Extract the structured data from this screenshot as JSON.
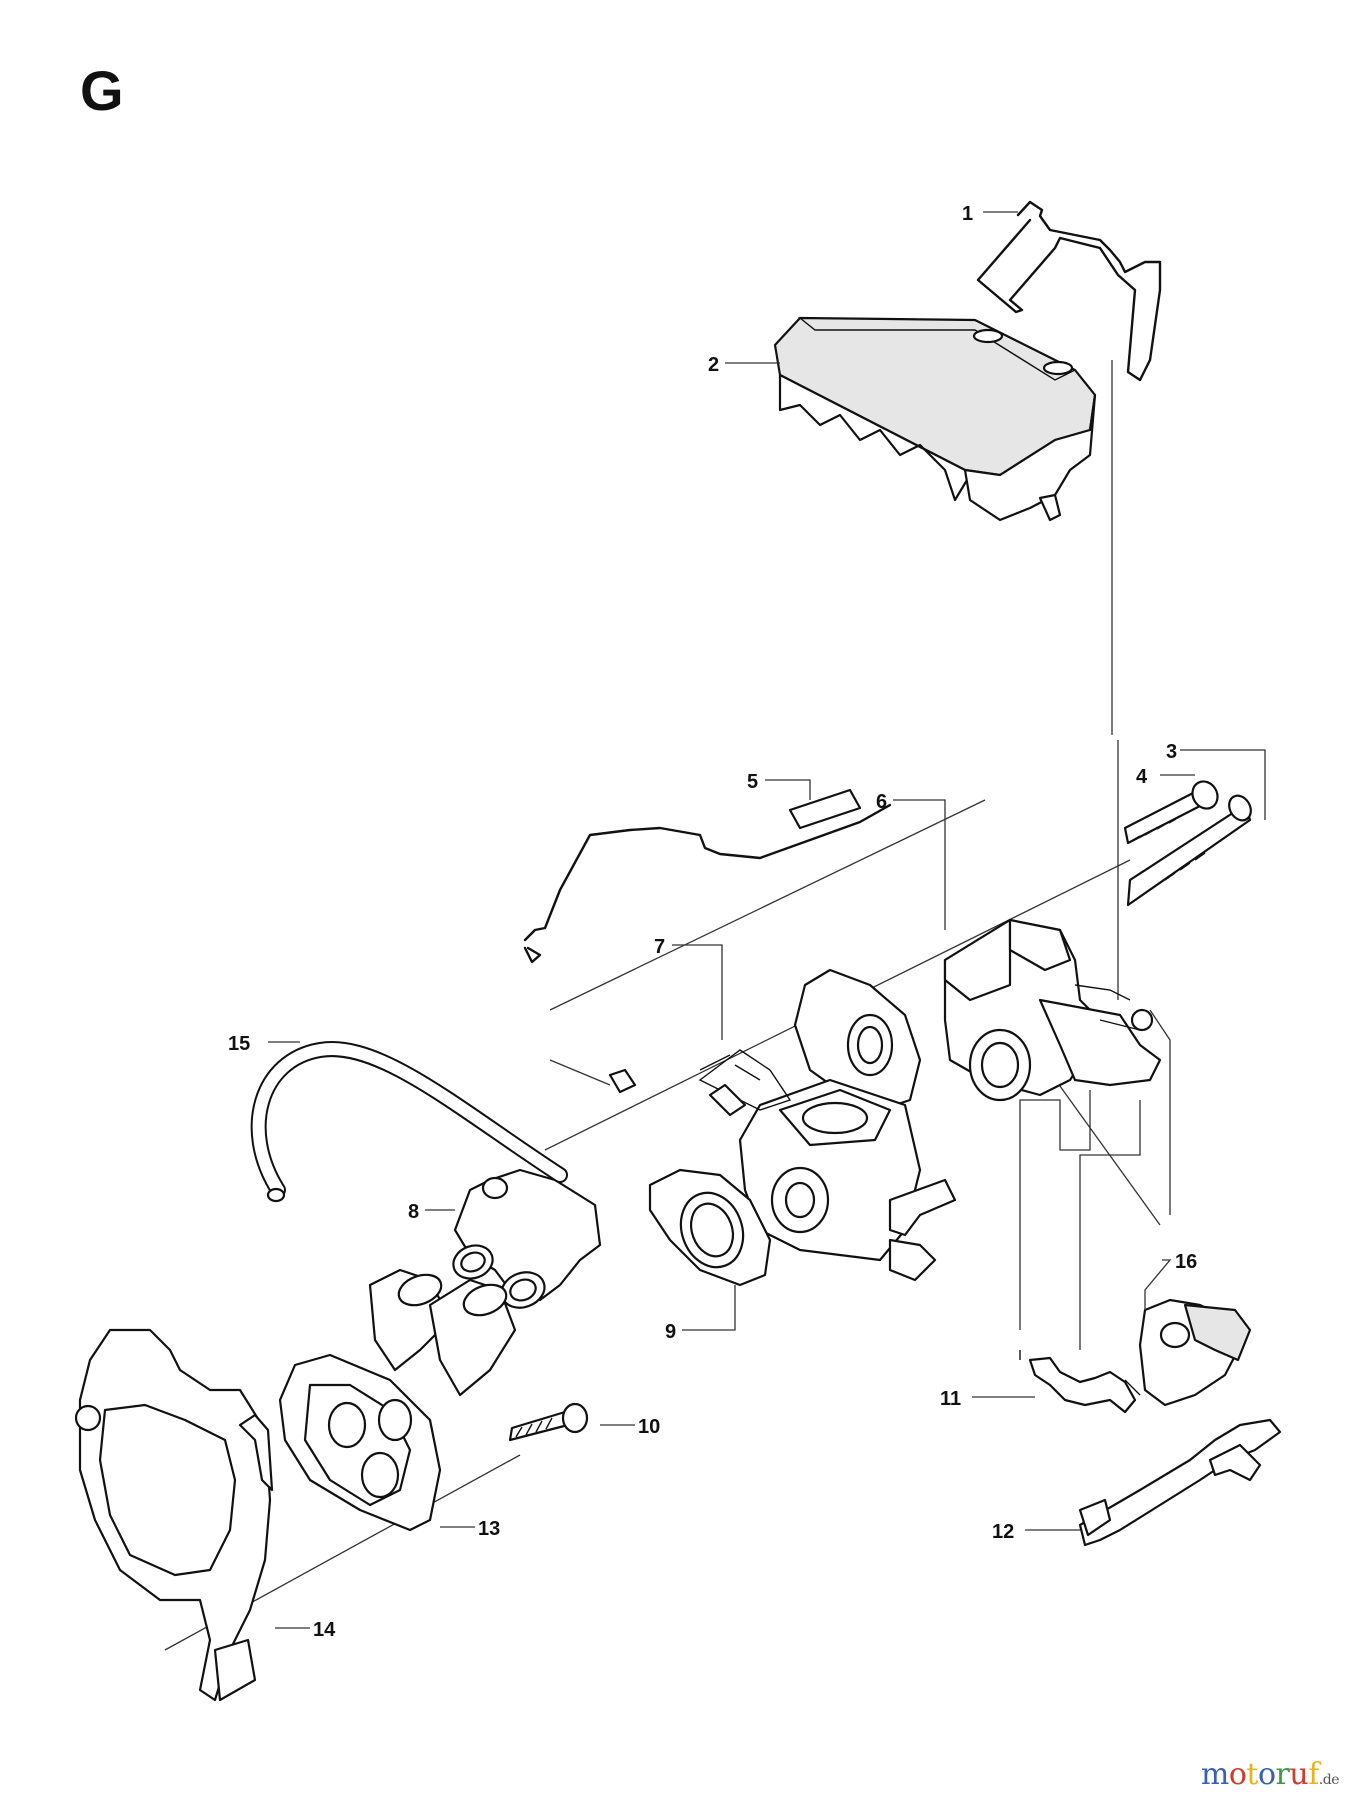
{
  "diagram": {
    "section_letter": "G",
    "callouts": [
      "1",
      "2",
      "3",
      "4",
      "5",
      "6",
      "7",
      "8",
      "9",
      "10",
      "11",
      "12",
      "13",
      "14",
      "15",
      "16"
    ]
  },
  "watermark": {
    "brand": "motoruf",
    "tld": ".de",
    "colors": [
      "#3b5fb5",
      "#d23a2e",
      "#e8b322",
      "#3b5fb5",
      "#3a9a4a",
      "#d23a2e",
      "#e8b322"
    ]
  }
}
